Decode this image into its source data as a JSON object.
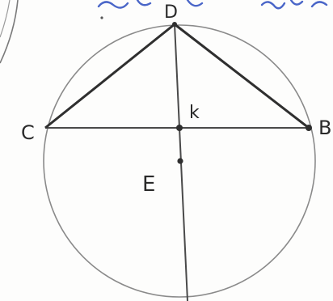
{
  "colors": {
    "background": "#fdfdfc",
    "pencil": "#2f2f2f",
    "circle": "#8a8a8a",
    "blue_ink": "#4a66c8"
  },
  "labels": {
    "point_d": "D",
    "point_c": "C",
    "point_b": "B",
    "point_k": "k",
    "point_e": "E"
  }
}
